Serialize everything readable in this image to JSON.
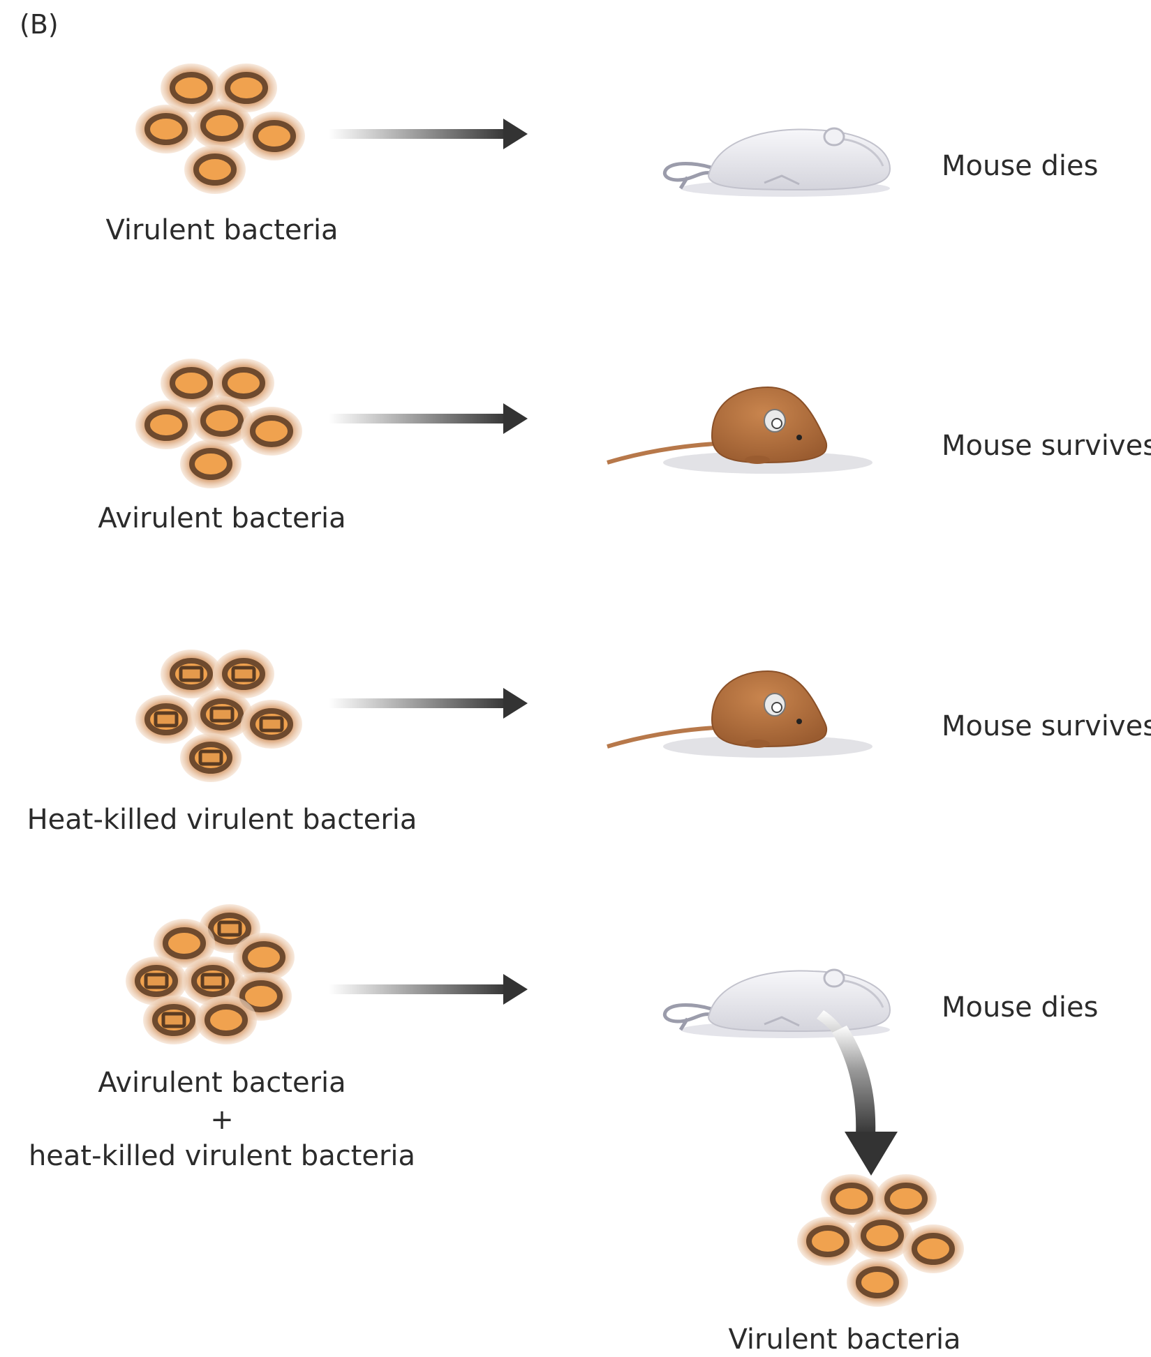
{
  "panel_label": "(B)",
  "colors": {
    "bacteria_halo": "#e2b089",
    "bacteria_outline": "#7a5537",
    "bacteria_core": "#f0a24f",
    "dead_mouse": "#e9e9ee",
    "live_mouse": "#b3703f",
    "arrow": "#3a3a3a"
  },
  "rows": [
    {
      "input_label": "Virulent bacteria",
      "bacteria_type": "virulent",
      "mouse_state": "dead",
      "outcome": "Mouse dies"
    },
    {
      "input_label": "Avirulent bacteria",
      "bacteria_type": "avirulent",
      "mouse_state": "alive",
      "outcome": "Mouse survives"
    },
    {
      "input_label": "Heat-killed virulent bacteria",
      "bacteria_type": "heat-killed",
      "mouse_state": "alive",
      "outcome": "Mouse survives"
    },
    {
      "input_label_lines": [
        "Avirulent bacteria",
        "+",
        "heat-killed virulent bacteria"
      ],
      "bacteria_type": "mixed",
      "mouse_state": "dead",
      "outcome": "Mouse dies",
      "recovered_label": "Virulent bacteria"
    }
  ],
  "icons": [
    "bacteria-cluster-icon",
    "arrow-right-icon",
    "dead-mouse-icon",
    "live-mouse-icon",
    "arrow-down-icon"
  ]
}
